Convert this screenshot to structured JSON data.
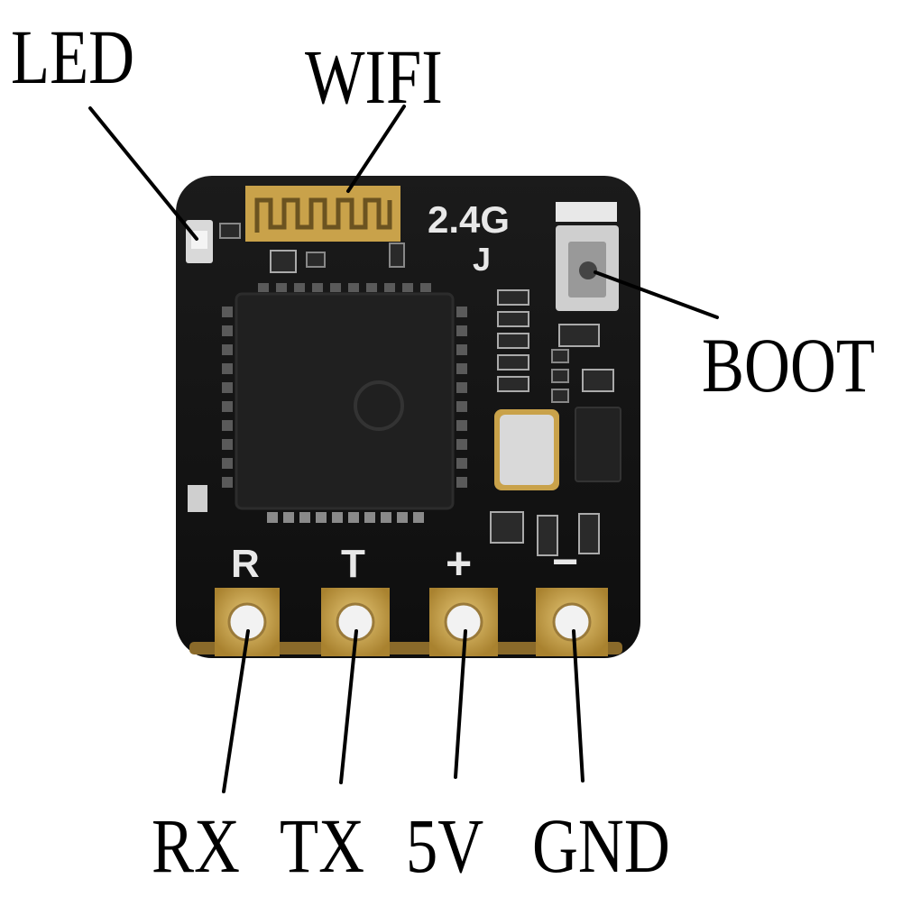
{
  "labels": {
    "led": "LED",
    "wifi": "WIFI",
    "boot": "BOOT",
    "rx": "RX",
    "tx": "TX",
    "v5": "5V",
    "gnd": "GND"
  },
  "silkscreen": {
    "band": "2.4G",
    "mark": "J",
    "pad_r": "R",
    "pad_t": "T",
    "pad_plus": "+",
    "pad_minus": "−"
  },
  "colors": {
    "board": "#141414",
    "gold": "#c9a24a",
    "silk": "#e8e8e8",
    "crystal": "#d9d9d9"
  }
}
